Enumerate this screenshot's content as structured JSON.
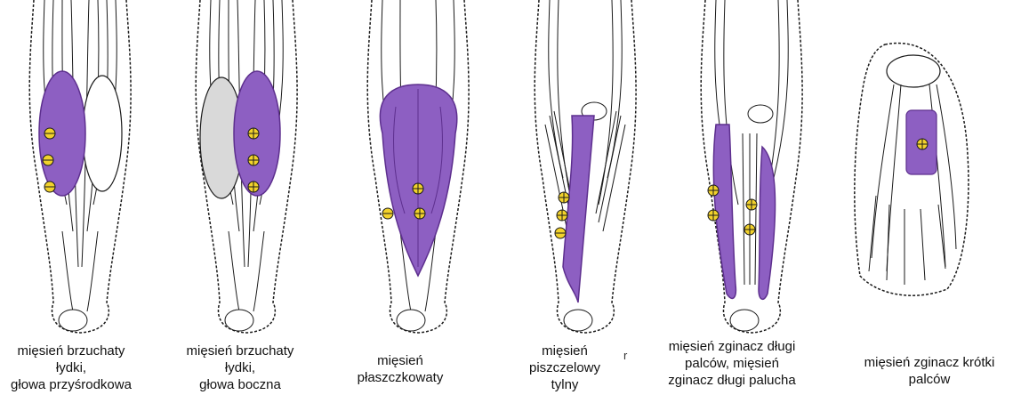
{
  "colors": {
    "muscle": "#8d5fc2",
    "muscle_dark": "#5d2f8e",
    "marker_fill": "#f2d22c",
    "line": "#1a1a1a"
  },
  "panels": [
    {
      "id": "gastrocnemius-medial",
      "lines": [
        "mięsień brzuchaty",
        "łydki,",
        "głowa przyśrodkowa"
      ]
    },
    {
      "id": "gastrocnemius-lateral",
      "lines": [
        "mięsień brzuchaty",
        "łydki,",
        "głowa boczna"
      ]
    },
    {
      "id": "soleus",
      "lines": [
        "mięsień",
        "płaszczkowaty"
      ]
    },
    {
      "id": "tibialis-posterior",
      "lines": [
        "mięsień",
        "piszczelowy",
        "tylny"
      ]
    },
    {
      "id": "flexor-digitorum-hallucis-longus",
      "lines": [
        "mięsień zginacz długi",
        "palców, mięsień",
        "zginacz długi palucha"
      ]
    },
    {
      "id": "flexor-digitorum-brevis",
      "lines": [
        "mięsień zginacz krótki",
        "palców"
      ]
    }
  ],
  "stray_mark": "r"
}
